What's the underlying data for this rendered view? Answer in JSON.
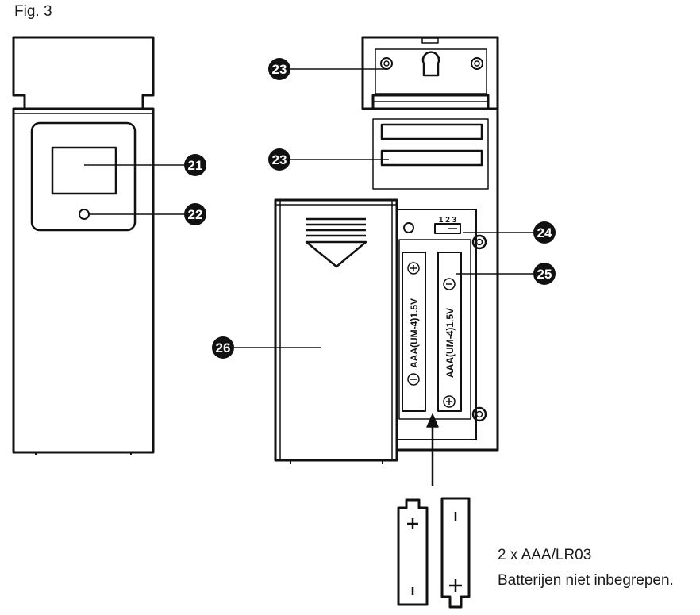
{
  "figure": {
    "title": "Fig. 3",
    "callouts": [
      "21",
      "22",
      "23",
      "23",
      "24",
      "25",
      "26"
    ],
    "switch_label": "1 2 3",
    "battery_cell_label": "AAA(UM-4)1.5V",
    "battery_type": "2 x AAA/LR03",
    "battery_note": "Batterijen niet inbegrepen."
  }
}
